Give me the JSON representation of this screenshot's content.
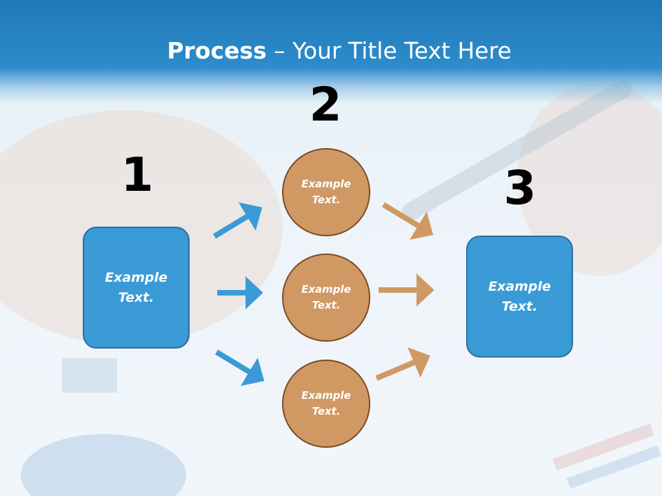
{
  "title": {
    "bold": "Process",
    "rest": " – Your Title Text Here"
  },
  "steps": [
    {
      "number": "1"
    },
    {
      "number": "2"
    },
    {
      "number": "3"
    }
  ],
  "nodes": {
    "start_box": "Example Text.",
    "circle_top": "Example Text.",
    "circle_middle": "Example Text.",
    "circle_bottom": "Example Text.",
    "end_box": "Example Text."
  },
  "colors": {
    "header": "#2d8ccb",
    "box_fill": "#3a9ad6",
    "circle_fill": "#d09964",
    "arrow_blue": "#3a9ad6",
    "arrow_tan": "#d09964"
  }
}
